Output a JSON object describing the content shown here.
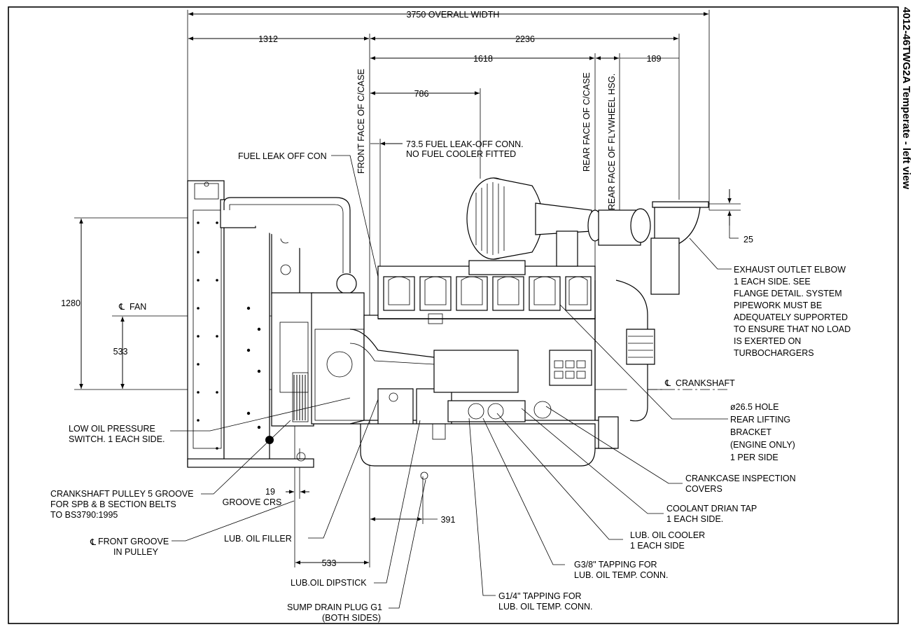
{
  "title": "4012-46TWG2A Temperate - left view",
  "dimensions": {
    "overall_width": "3750  OVERALL WIDTH",
    "d1312": "1312",
    "d2236": "2236",
    "d1618": "1618",
    "d189": "189",
    "d786": "786",
    "d1280": "1280",
    "d533_v": "533",
    "d25": "25",
    "d19": "19",
    "groove_crs": "GROOVE CRS",
    "d391": "391",
    "d533_h": "533"
  },
  "vertical_labels": {
    "front_face": "FRONT FACE OF C/CASE",
    "rear_face": "REAR FACE OF C/CASE",
    "rear_flywheel": "REAR FACE OF FLYWHEEL HSG."
  },
  "labels": {
    "fuel_leak_off_con": "FUEL LEAK OFF CON",
    "fuel_leakoff_conn_1": "73.5 FUEL LEAK-OFF CONN.",
    "fuel_leakoff_conn_2": "NO FUEL COOLER FITTED",
    "fan": "FAN",
    "crankshaft": "CRANKSHAFT",
    "exhaust": [
      "EXHAUST OUTLET ELBOW",
      "1 EACH SIDE. SEE",
      "FLANGE DETAIL. SYSTEM",
      "PIPEWORK MUST BE",
      "ADEQUATELY SUPPORTED",
      "TO ENSURE THAT NO LOAD",
      "IS EXERTED ON",
      "TURBOCHARGERS"
    ],
    "lifting": [
      "ø26.5 HOLE",
      "REAR LIFTING",
      "BRACKET",
      "(ENGINE ONLY)",
      "1 PER SIDE"
    ],
    "crankcase": [
      "CRANKCASE INSPECTION",
      "COVERS"
    ],
    "coolant": [
      "COOLANT DRIAN TAP",
      "1 EACH SIDE."
    ],
    "oil_cooler": [
      "LUB. OIL COOLER",
      "1 EACH SIDE"
    ],
    "g38": [
      "G3/8\" TAPPING FOR",
      "LUB. OIL TEMP. CONN."
    ],
    "g14": [
      "G1/4\" TAPPING FOR",
      "LUB. OIL TEMP. CONN."
    ],
    "sump": [
      "SUMP DRAIN PLUG G1",
      "(BOTH SIDES)"
    ],
    "dipstick": "LUB.OIL DIPSTICK",
    "oil_filler": "LUB. OIL FILLER",
    "front_groove": [
      "FRONT GROOVE",
      "IN PULLEY"
    ],
    "pulley": [
      "CRANKSHAFT PULLEY 5 GROOVE",
      "FOR SPB & B SECTION BELTS",
      "TO BS3790:1995"
    ],
    "low_oil": [
      "LOW OIL PRESSURE",
      "SWITCH. 1 EACH SIDE."
    ]
  },
  "icons": {
    "centerline_fan": "centerline-symbol",
    "centerline_crank": "centerline-symbol",
    "centerline_groove": "centerline-symbol"
  }
}
